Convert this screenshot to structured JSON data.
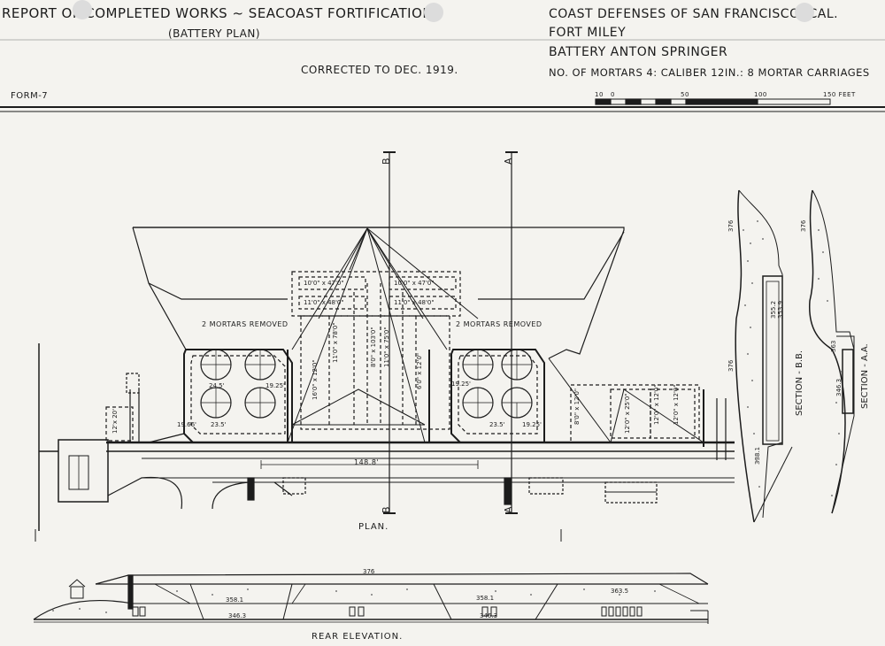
{
  "header": {
    "report_title": "REPORT OF COMPLETED WORKS ~ SEACOAST FORTIFICATIONS",
    "subtitle": "(BATTERY PLAN)",
    "corrected": "CORRECTED TO DEC. 1919.",
    "form": "FORM-7",
    "defenses": "COAST DEFENSES OF SAN FRANCISCO, CAL.",
    "fort": "FORT MILEY",
    "battery": "BATTERY ANTON SPRINGER",
    "mortars": "NO. OF MORTARS 4: CALIBER 12IN.: 8 MORTAR CARRIAGES"
  },
  "scale_bar": {
    "labels": [
      "10",
      "0",
      "50",
      "100",
      "150 FEET"
    ]
  },
  "plan": {
    "label": "PLAN.",
    "section_marks": {
      "a": "A",
      "b": "B"
    },
    "left_pit_note": "2 MORTARS REMOVED",
    "right_pit_note": "2 MORTARS REMOVED",
    "overall_dimension": "148.8'",
    "dimensions": {
      "d_10_47": "10'0\" x 47'0\"",
      "d_10_47_b": "10'0\" x 47'0\"",
      "d_11_48": "11'0\" x 48'0\"",
      "d_11_48_b": "11'0\" x 48'0\"",
      "d_19_25_left": "19.25'",
      "d_19_25_right": "19.25'",
      "d_19_25_bottom": "19.25'",
      "d_19_66": "19.66'",
      "d_23_5_left": "23.5'",
      "d_23_5_right": "23.5'",
      "d_24_5": "24.5'",
      "d_12_20": "12'x 20'",
      "v_16_12": "16'0\" x 12'0\"",
      "v_11_78": "11'0\" x 78'0\"",
      "v_8_103": "8'0\" x 103'0\"",
      "v_11_75": "11'0\" x 75'0\"",
      "v_6_12": "6'0\" x 12'0\"",
      "v_8_12": "8'0\" x 12'0\"",
      "v_12_12": "12'0\" x 12'0\"",
      "v_12_25": "12'0\" x 25'0\"",
      "v_12_12b": "12'0\" x 12'0\""
    }
  },
  "sections": {
    "bb": {
      "label": "SECTION - B.B.",
      "elev_top": "376",
      "elev_mid": "376",
      "elev_a": "355.2",
      "elev_b": "353.9",
      "elev_c": "338.1"
    },
    "aa": {
      "label": "SECTION - A.A.",
      "elev_top": "376",
      "elev_a": "363",
      "elev_b": "346.3"
    }
  },
  "elevation": {
    "label": "REAR ELEVATION.",
    "elev_376": "376",
    "elev_358_1": "358.1",
    "elev_358_1b": "358.1",
    "elev_363_5": "363.5",
    "elev_346_3": "346.3",
    "elev_346_3b": "346.3"
  }
}
